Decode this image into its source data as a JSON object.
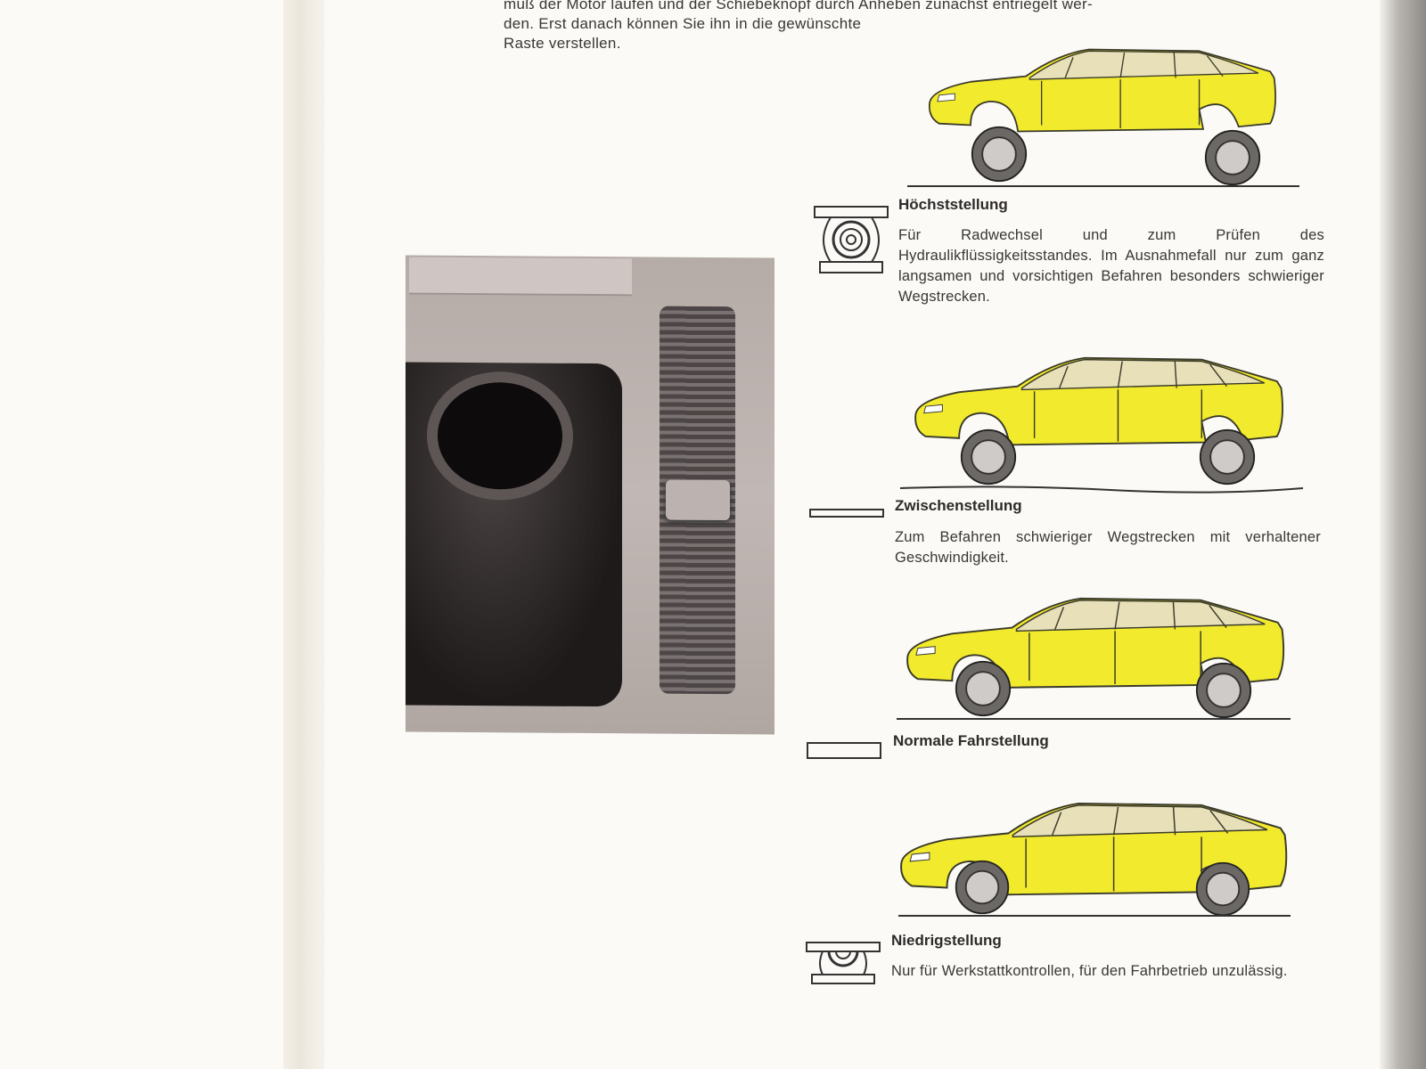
{
  "intro_lines": [
    "muß der Motor laufen und der Schiebeknopf durch Anheben zunächst entriegelt wer-",
    "den. Erst danach können Sie ihn in die gewünschte",
    "Raste verstellen."
  ],
  "sections": [
    {
      "title": "Höchststellung",
      "text": "Für Radwechsel und zum Prüfen des Hydraulikflüssigkeitsstandes. Im Ausnahmefall nur zum ganz langsamen und vorsichtigen Befahren besonders schwieriger Wegstrecken.",
      "icon": "suspension-high-icon"
    },
    {
      "title": "Zwischenstellung",
      "text": "Zum Befahren schwieriger Wegstrecken mit verhaltener Geschwindigkeit.",
      "icon": "suspension-intermediate-icon"
    },
    {
      "title": "Normale Fahrstellung",
      "text": "",
      "icon": "suspension-normal-icon"
    },
    {
      "title": "Niedrigstellung",
      "text": "Nur für Werkstattkontrollen, für den Fahrbetrieb unzulässig.",
      "icon": "suspension-low-icon"
    }
  ],
  "colors": {
    "car_body": "#f2ea2c",
    "glass": "#e8e0b8"
  }
}
